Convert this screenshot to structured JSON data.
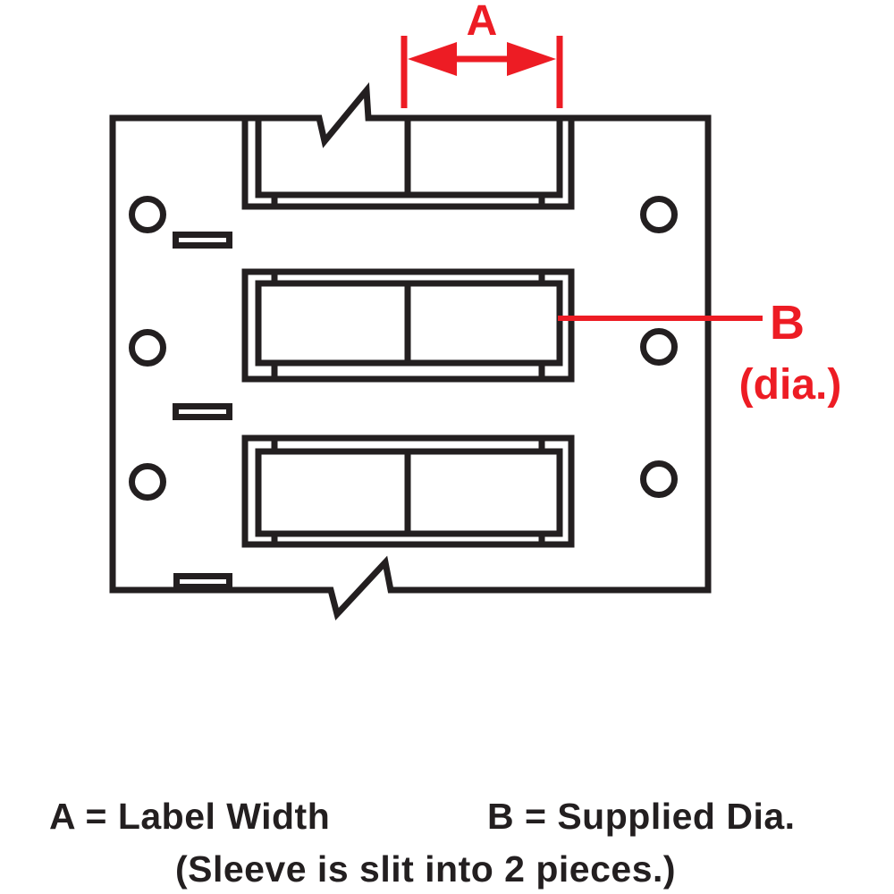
{
  "diagram": {
    "labels": {
      "dimension_a": "A",
      "dimension_b": "B",
      "dimension_b_sub": "(dia.)"
    },
    "legend": {
      "a_definition": "A = Label Width",
      "b_definition": "B = Supplied Dia.",
      "note": "(Sleeve is slit into 2 pieces.)"
    },
    "colors": {
      "accent_red": "#ED1C24",
      "ink": "#231F20",
      "background": "#FFFFFF"
    }
  }
}
